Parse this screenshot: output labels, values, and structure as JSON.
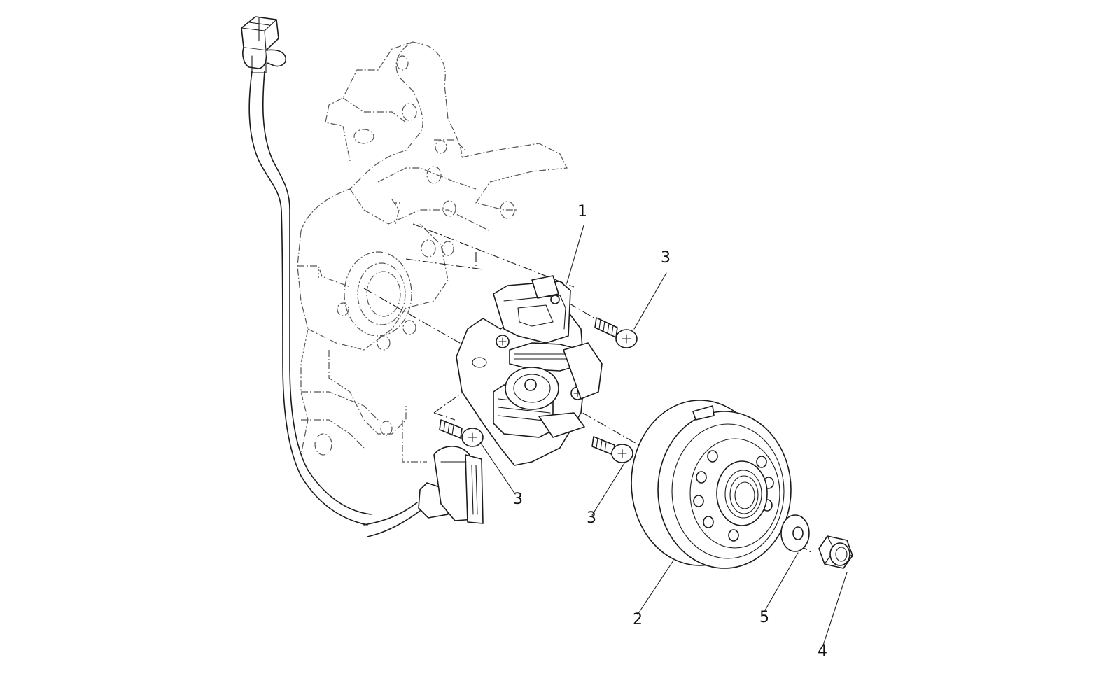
{
  "callouts": [
    {
      "id": "c1",
      "label": "1"
    },
    {
      "id": "c3a",
      "label": "3"
    },
    {
      "id": "c3b",
      "label": "3"
    },
    {
      "id": "c3c",
      "label": "3"
    },
    {
      "id": "c2",
      "label": "2"
    },
    {
      "id": "c5",
      "label": "5"
    },
    {
      "id": "c4",
      "label": "4"
    }
  ]
}
